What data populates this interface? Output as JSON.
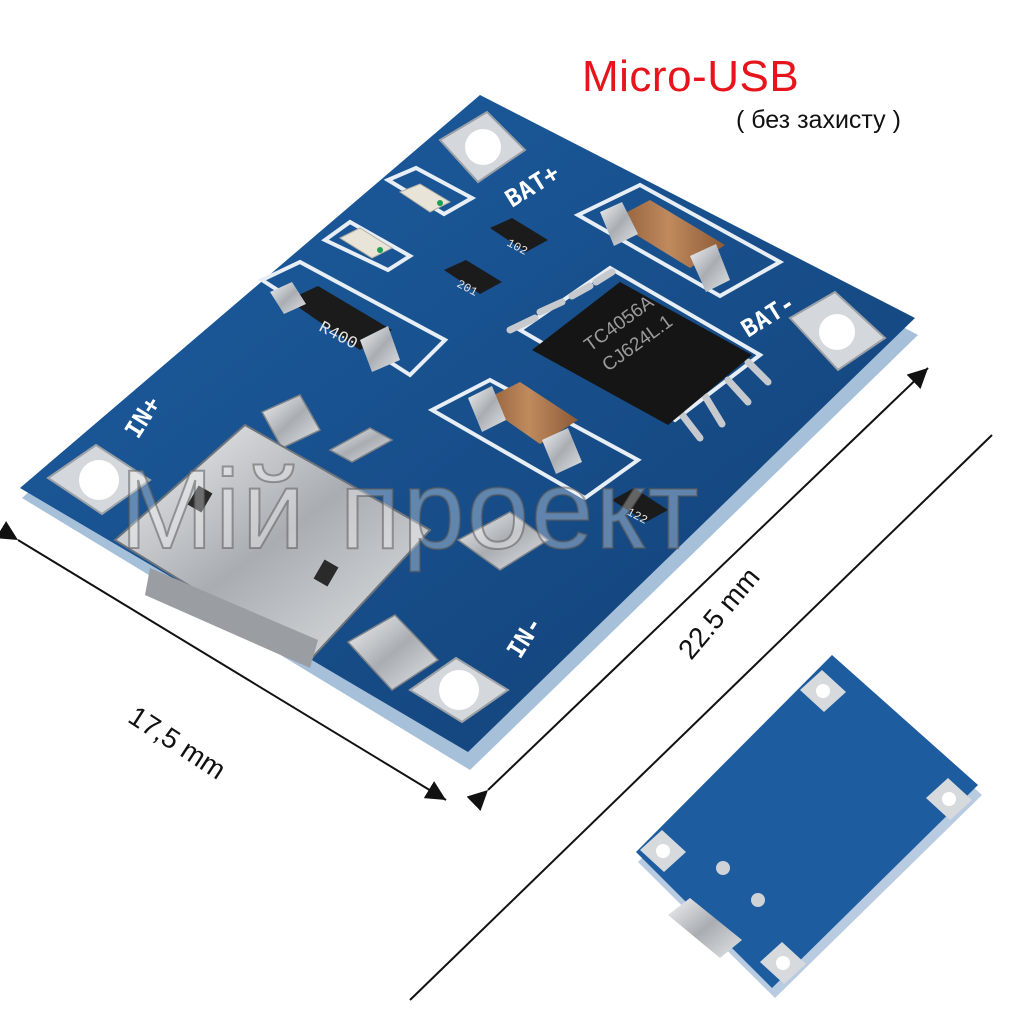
{
  "title": "Micro-USB",
  "subtitle": "( без захисту )",
  "dimensions": {
    "width": "17,5 mm",
    "length": "22.5 mm"
  },
  "watermark": "Мій проект",
  "board_labels": {
    "bat_plus": "BAT+",
    "bat_minus": "BAT-",
    "in_plus": "IN+",
    "in_minus": "IN-",
    "chip_line1": "TC4056A",
    "chip_line2": "CJ624L.1",
    "resistor_main": "R400",
    "resistor_2": "102",
    "resistor_3": "201",
    "resistor_4": "122"
  },
  "colors": {
    "pcb": "#17508f",
    "title": "#e8141b",
    "capacitor": "#b07a4f",
    "pad": "#c9ccd0"
  }
}
